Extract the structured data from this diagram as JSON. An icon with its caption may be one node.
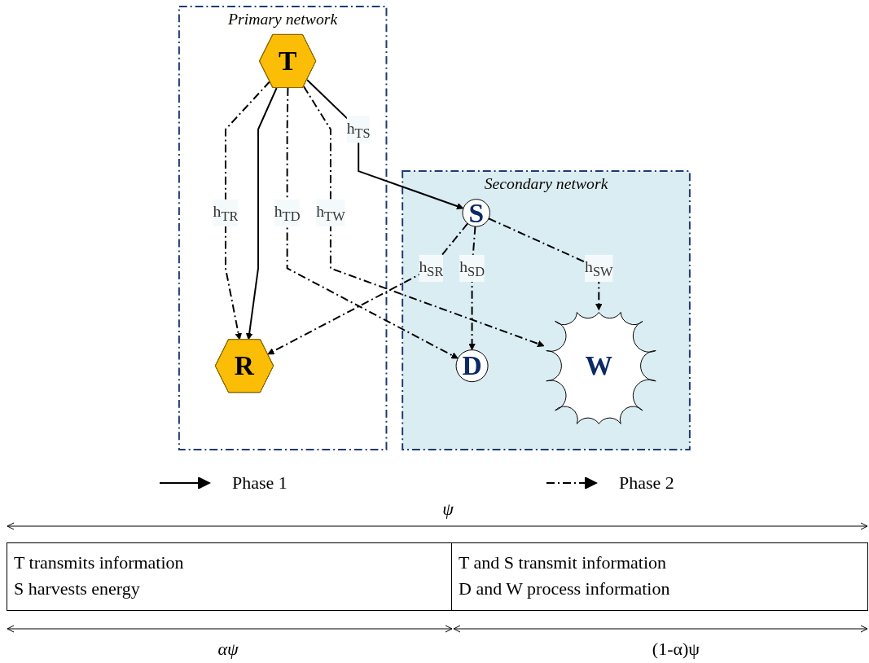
{
  "diagram": {
    "nodes": [
      {
        "text": [
          "Primary network"
        ]
      },
      {
        "text": [
          "T"
        ],
        "in": 0
      },
      {
        "text": [
          "R"
        ],
        "in": 0
      },
      {
        "text": [
          "Secondary network"
        ]
      },
      {
        "text": [
          "W"
        ],
        "in": 3
      },
      {
        "text": [
          "S"
        ],
        "in": 3
      },
      {
        "text": [
          "D"
        ],
        "in": 3
      }
    ],
    "edges": [
      {
        "from": 1,
        "to": 2,
        "arrow": "to",
        "style": "dashed",
        "label": "h$_{TR}$"
      },
      {
        "from": 1,
        "to": 2,
        "arrow": "to"
      },
      {
        "from": 1,
        "to": 5,
        "arrow": "to",
        "label": "h$_{TS}$"
      },
      {
        "from": 1,
        "to": 4,
        "arrow": "to",
        "style": "dashed",
        "label": "h$_{TW}$"
      },
      {
        "from": 1,
        "to": 6,
        "arrow": "to",
        "style": "dashed",
        "label": "h$_{TD}$"
      },
      {
        "from": 5,
        "to": 2,
        "arrow": "to",
        "style": "dashed",
        "label": "h$_{SR}$"
      },
      {
        "from": 5,
        "to": 4,
        "arrow": "to",
        "style": "dashed",
        "label": "h$_{SW}$"
      },
      {
        "from": 5,
        "to": 6,
        "arrow": "to",
        "style": "dashed",
        "label": "h$_{SD}$"
      }
    ],
    "labels": [
      "ψ",
      "T transmits information",
      "S harvests energy",
      "T and S transmit information",
      "D and W process information",
      "αψ",
      "(1-α)ψ"
    ],
    "legend": [
      {
        "text": "Phase 1"
      },
      {
        "text": "Phase 2"
      }
    ]
  }
}
